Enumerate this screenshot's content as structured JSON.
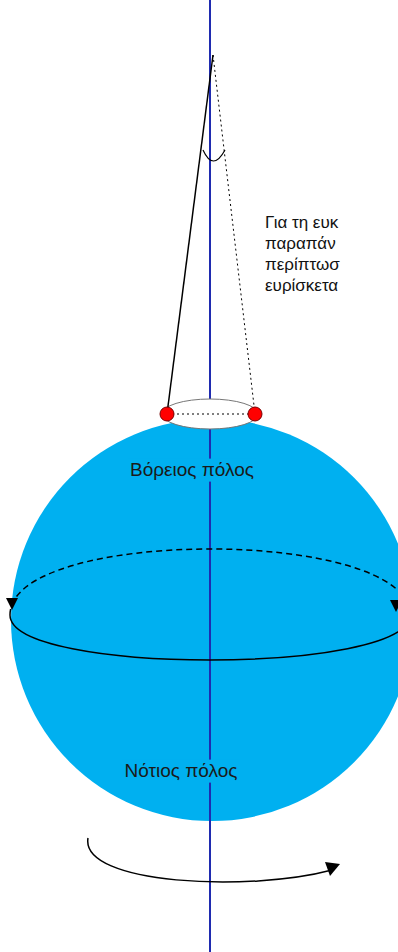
{
  "diagram": {
    "nodes": [
      {
        "text": [
          "Βόρειος πόλος",
          "Νότιος πόλος"
        ]
      }
    ],
    "labels": [
      "Για τη ευκ παραπάν περίπτωσ ευρίσκετα"
    ]
  }
}
